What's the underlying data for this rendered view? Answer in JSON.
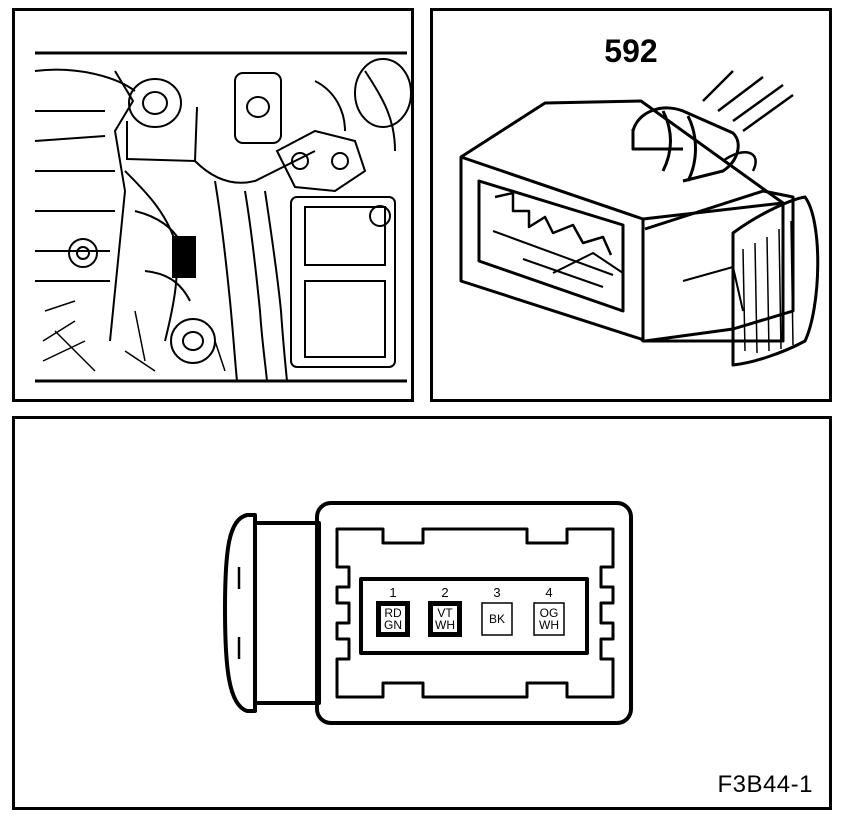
{
  "connector": {
    "number": "592"
  },
  "figure_id": "F3B44-1",
  "pins": [
    {
      "number": "1",
      "line1": "RD",
      "line2": "GN",
      "filled": true
    },
    {
      "number": "2",
      "line1": "VT",
      "line2": "WH",
      "filled": true
    },
    {
      "number": "3",
      "line1": "BK",
      "line2": "",
      "filled": false
    },
    {
      "number": "4",
      "line1": "OG",
      "line2": "WH",
      "filled": false
    }
  ],
  "colors": {
    "ink": "#000000",
    "paper": "#ffffff"
  }
}
